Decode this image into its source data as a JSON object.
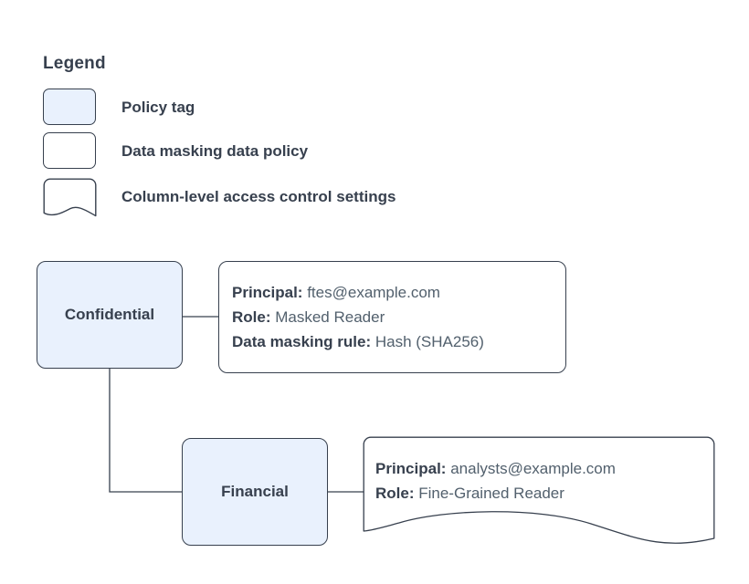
{
  "legend": {
    "title": "Legend",
    "items": [
      {
        "swatch": "policy-tag-swatch",
        "label": "Policy tag"
      },
      {
        "swatch": "data-policy-swatch",
        "label": "Data masking data policy"
      },
      {
        "swatch": "access-settings-swatch",
        "label": "Column-level access control settings"
      }
    ]
  },
  "diagram": {
    "nodes": {
      "confidential": {
        "label": "Confidential"
      },
      "financial": {
        "label": "Financial"
      }
    },
    "policy_box": {
      "lines": [
        {
          "key": "Principal:",
          "value": "ftes@example.com"
        },
        {
          "key": "Role:",
          "value": "Masked Reader"
        },
        {
          "key": "Data masking rule:",
          "value": "Hash (SHA256)"
        }
      ]
    },
    "settings_box": {
      "lines": [
        {
          "key": "Principal:",
          "value": "analysts@example.com"
        },
        {
          "key": "Role:",
          "value": "Fine-Grained Reader"
        }
      ]
    }
  },
  "colors": {
    "tag_fill": "#e9f1fd",
    "stroke": "#37404e",
    "text_bold": "#37404e",
    "text_value": "#52606d",
    "background": "#ffffff"
  }
}
